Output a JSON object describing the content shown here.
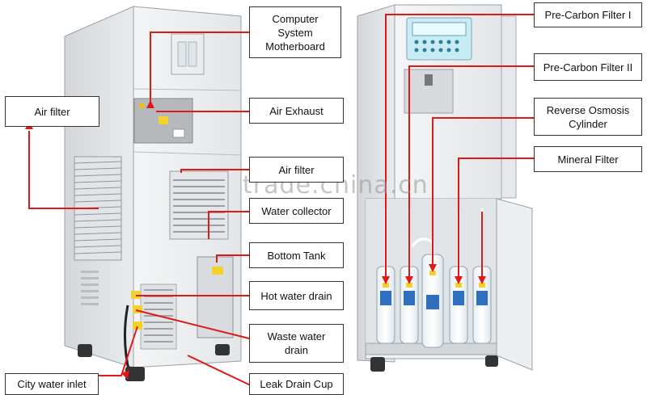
{
  "labels": {
    "computer": "Computer\nSystem\nMotherboard",
    "air_filter_left": "Air filter",
    "air_exhaust": "Air Exhaust",
    "air_filter_right": "Air filter",
    "water_collector": "Water collector",
    "bottom_tank": "Bottom Tank",
    "hot_water_drain": "Hot water drain",
    "waste_water_drain": "Waste water\ndrain",
    "city_water_inlet": "City water inlet",
    "leak_drain_cup": "Leak Drain Cup",
    "pre_carbon_1": "Pre-Carbon Filter I",
    "pre_carbon_2": "Pre-Carbon Filter II",
    "reverse_osmosis": "Reverse Osmosis\nCylinder",
    "mineral_filter": "Mineral Filter"
  },
  "watermark": "trade.china.cn",
  "colors": {
    "leader": "#e01818",
    "cabinet": "#eef0f2",
    "cabinet_edge": "#9aa0a6"
  }
}
